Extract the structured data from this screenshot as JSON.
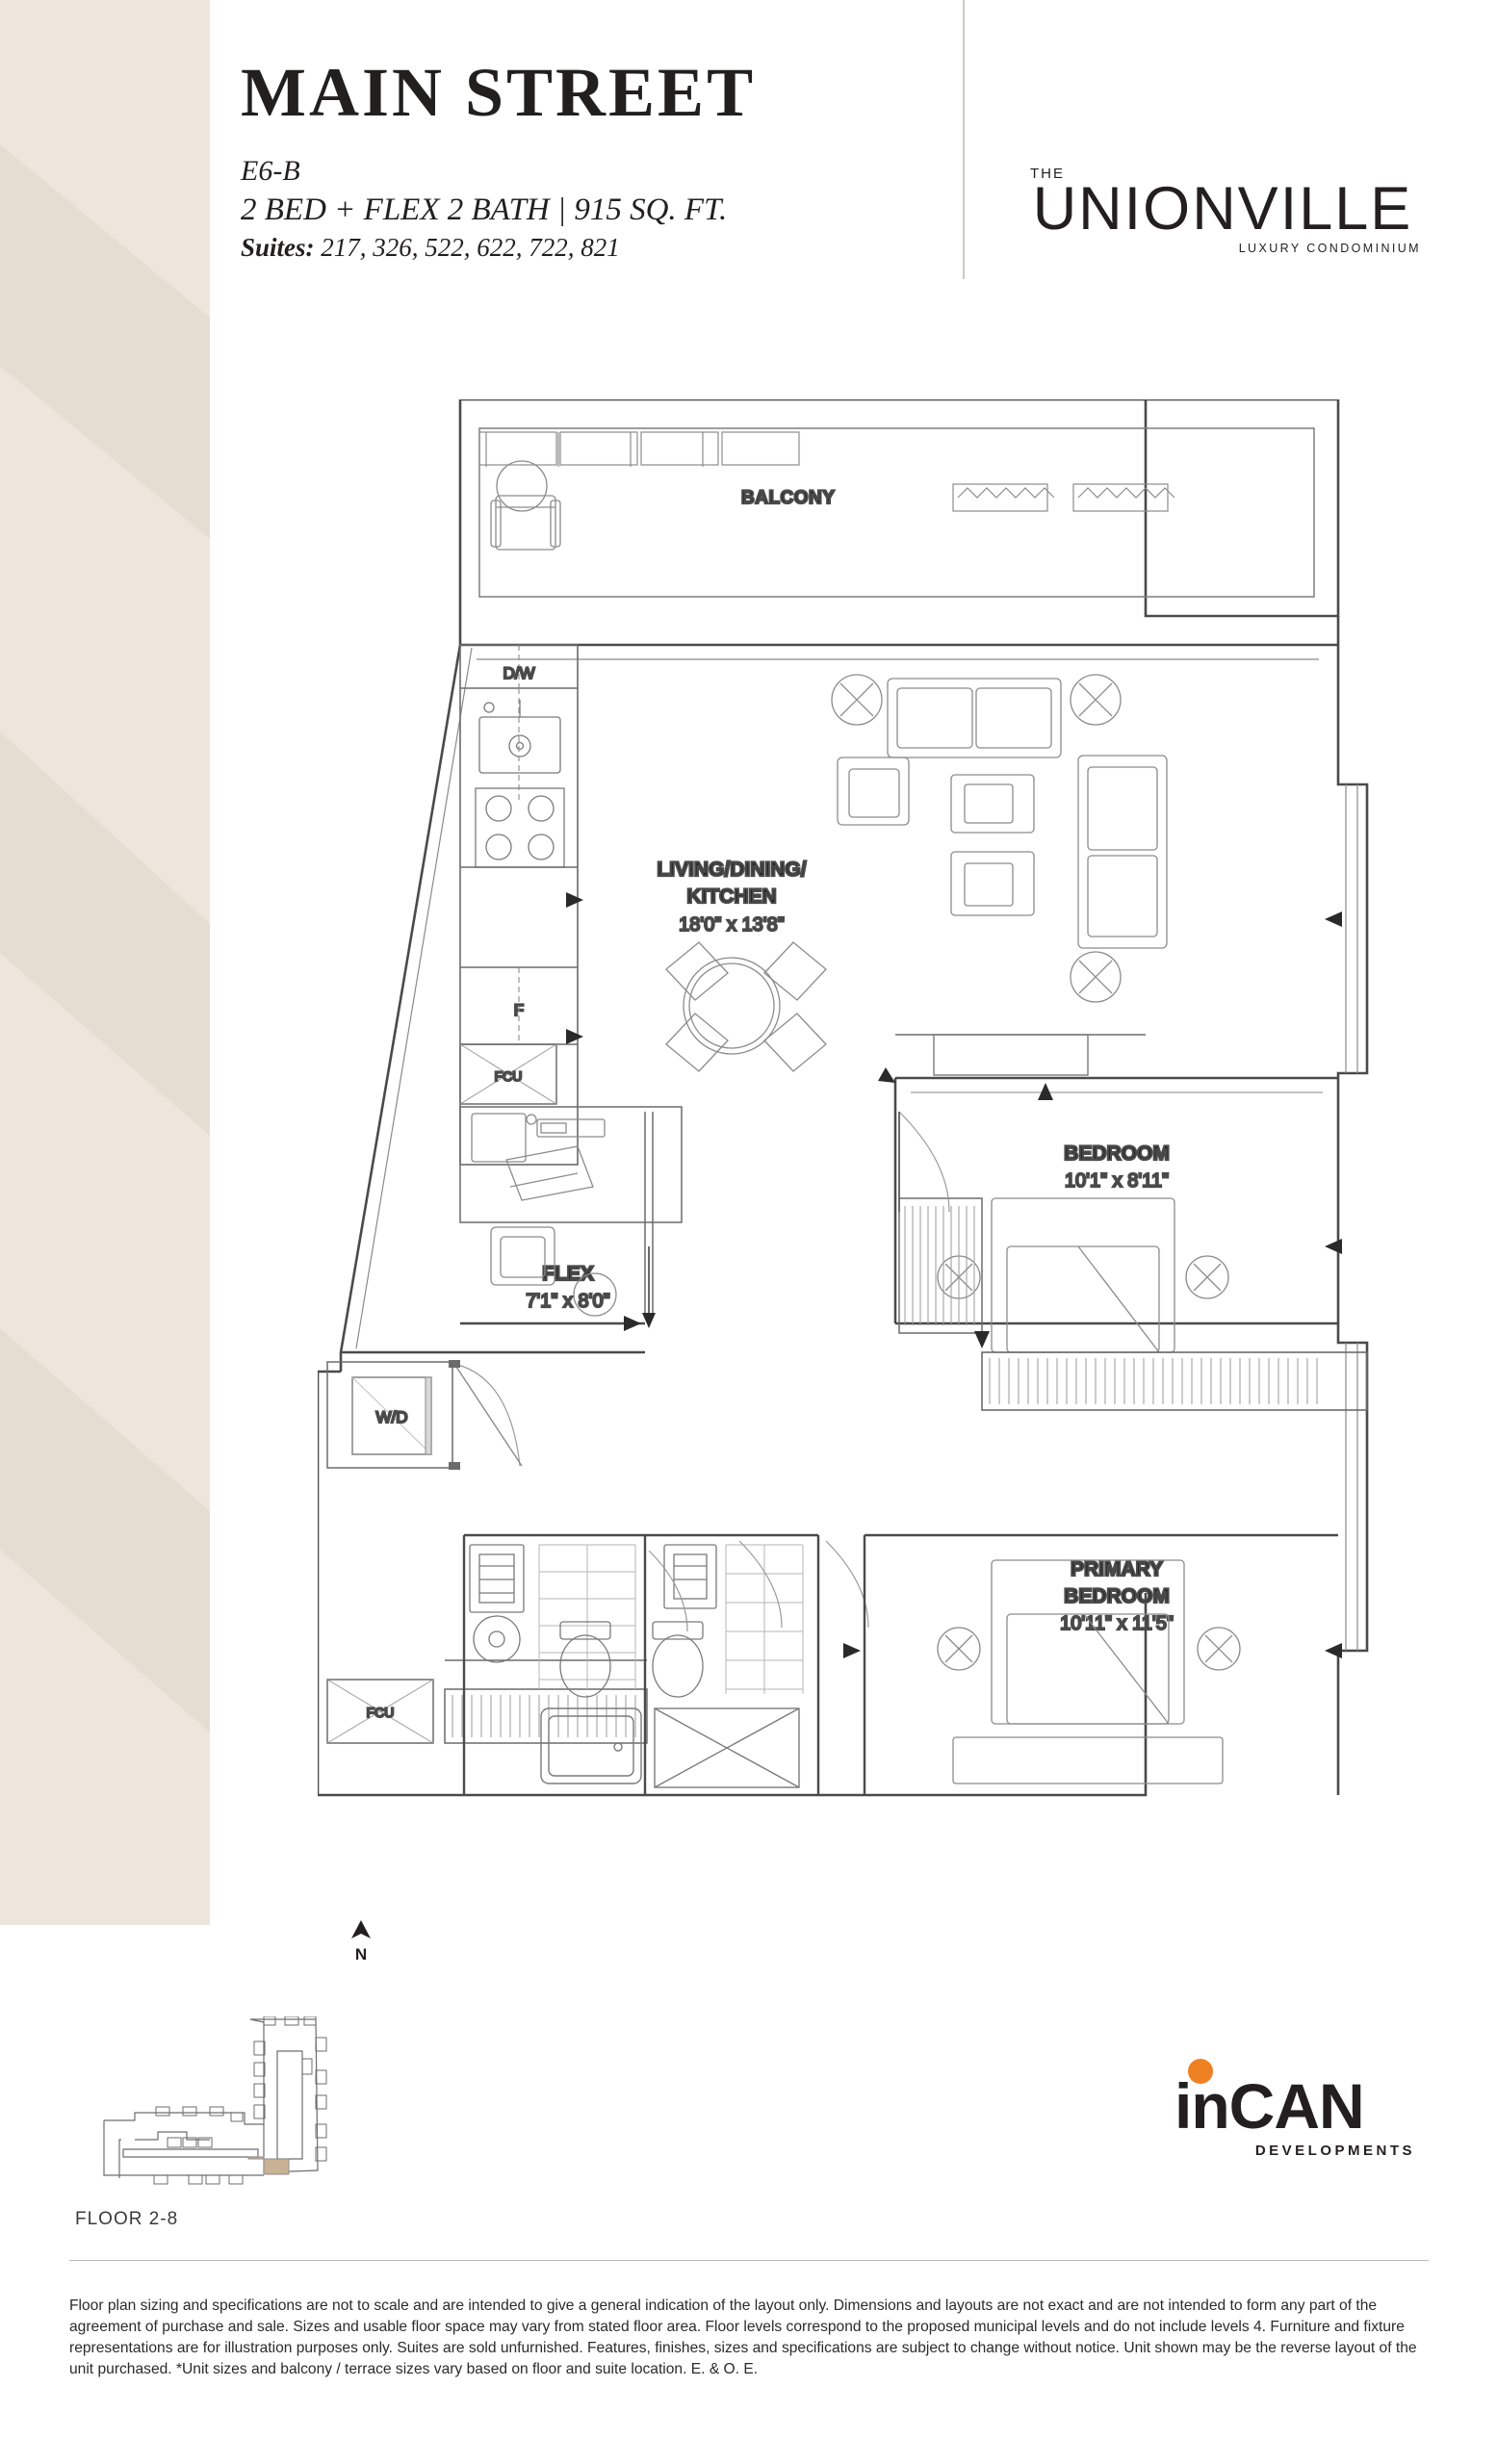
{
  "header": {
    "title": "MAIN STREET",
    "plan_code": "E6-B",
    "plan_description": "2 BED + FLEX 2 BATH  |  915 SQ. FT.",
    "suites_prefix": "Suites:",
    "suites_list": " 217, 326, 522, 622, 722, 821"
  },
  "brand": {
    "the": "THE",
    "name": "UNIONVILLE",
    "tagline": "LUXURY CONDOMINIUM"
  },
  "floorplan": {
    "rooms": [
      {
        "name": "BALCONY",
        "dimensions": ""
      },
      {
        "name": "LIVING/DINING/",
        "name2": "KITCHEN",
        "dimensions": "18'0\" x 13'8\""
      },
      {
        "name": "FLEX",
        "dimensions": "7'1\" x 8'0\""
      },
      {
        "name": "BEDROOM",
        "dimensions": "10'1\" x 8'11\""
      },
      {
        "name": "PRIMARY",
        "name2": "BEDROOM",
        "dimensions": "10'11\" x 11'5\""
      }
    ],
    "balcony_label": "BALCONY",
    "ldk_line1": "LIVING/DINING/",
    "ldk_line2": "KITCHEN",
    "ldk_dims": "18'0\" x 13'8\"",
    "flex_label": "FLEX",
    "flex_dims": "7'1\" x 8'0\"",
    "bedroom_label": "BEDROOM",
    "bedroom_dims": "10'1\" x 8'11\"",
    "primary_label1": "PRIMARY",
    "primary_label2": "BEDROOM",
    "primary_dims": "10'11\" x 11'5\"",
    "appliances": {
      "dishwasher": "D/W",
      "fridge": "F",
      "fcu_upper": "FCU",
      "fcu_lower": "FCU",
      "washer_dryer": "W/D"
    }
  },
  "north": {
    "label": "N"
  },
  "keyplan": {
    "floor_label": "FLOOR 2-8",
    "highlight_color": "#c9b193"
  },
  "developer": {
    "word_in": "in",
    "word_can": "CAN",
    "sub": "DEVELOPMENTS",
    "dot_color": "#ef8022"
  },
  "disclaimer": "Floor plan sizing and specifications are not to scale and are intended to give a general indication of the layout only. Dimensions and layouts are not exact and are not intended to form any part of the agreement of purchase and sale. Sizes and usable floor space may vary from stated floor area. Floor levels correspond to the proposed municipal levels and do not include levels 4. Furniture and fixture representations are for illustration purposes only. Suites are sold unfurnished. Features, finishes, sizes and specifications are subject to change without notice. Unit shown may be the reverse layout of the unit purchased. *Unit sizes and balcony / terrace sizes vary based on floor and suite location. E. & O. E.",
  "colors": {
    "band_light": "#ece6dc",
    "band_dark": "#e2dace",
    "ink": "#231f20"
  }
}
